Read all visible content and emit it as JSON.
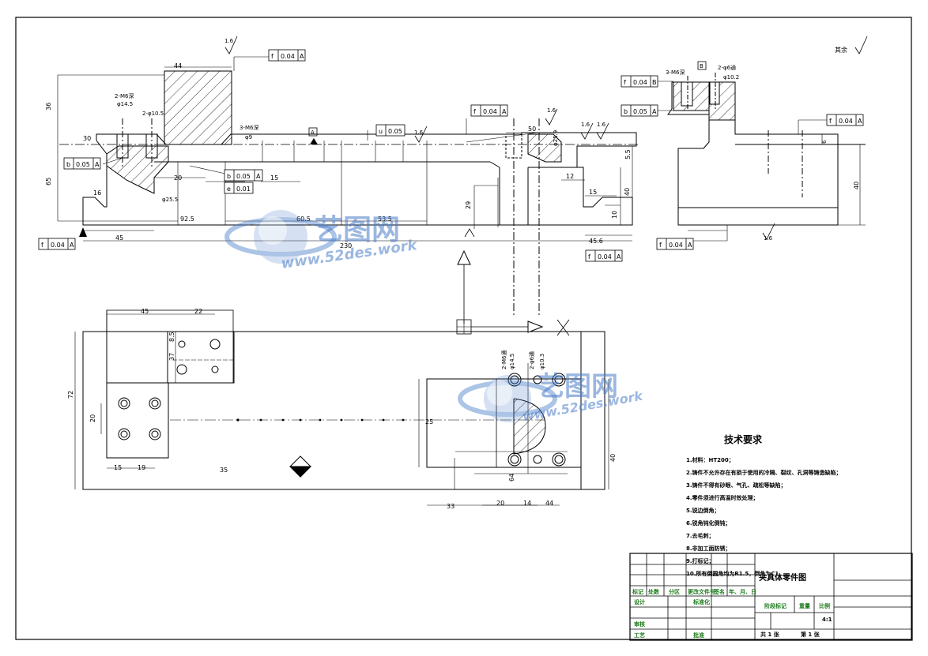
{
  "drawing": {
    "title": "夹具体零件图",
    "scale": "4:1",
    "sheet_total": "共 1 张",
    "sheet_no": "第 1 张",
    "roughness_note": "其余",
    "roughness_values": [
      "1.6",
      "1.6",
      "1.6",
      "1.6",
      "1.6",
      "1.6"
    ]
  },
  "tech_requirements": {
    "heading": "技术要求",
    "items": [
      "1.材料：HT200；",
      "2.铸件不允许存在有损于使用的冷隔、裂纹、孔洞等铸造缺陷；",
      "3.铸件不得有砂眼、气孔、疏松等缺陷；",
      "4.零件须进行高温时效处理；",
      "5.锐边倒角；",
      "6.锐角钝化倒钝；",
      "7.去毛刺；",
      "8.非加工面防锈；",
      "9.打标记；",
      "10.所有倒圆角均为R1.5，倒角为C1。"
    ]
  },
  "title_block": {
    "row_labels": [
      "标记",
      "处数",
      "分区",
      "更改文件号",
      "签名",
      "年、月、日"
    ],
    "design": "设计",
    "standardize": "标准化",
    "review": "审核",
    "process": "工艺",
    "approve": "批准",
    "stage_mark": "阶段标记",
    "weight": "重量",
    "ratio": "比例"
  },
  "tolerance_frames": [
    {
      "sym": "f",
      "val": "0.04",
      "ref": "A"
    },
    {
      "sym": "b",
      "val": "0.05",
      "ref": "A"
    },
    {
      "sym": "b",
      "val": "0.05",
      "ref": "A"
    },
    {
      "sym": "e",
      "val": "0.01",
      "ref": ""
    },
    {
      "sym": "u",
      "val": "0.05",
      "ref": ""
    },
    {
      "sym": "f",
      "val": "0.04",
      "ref": "A"
    },
    {
      "sym": "f",
      "val": "0.04",
      "ref": "A"
    },
    {
      "sym": "f",
      "val": "0.04",
      "ref": "A"
    },
    {
      "sym": "f",
      "val": "0.04",
      "ref": "B"
    },
    {
      "sym": "b",
      "val": "0.05",
      "ref": "A"
    },
    {
      "sym": "f",
      "val": "0.04",
      "ref": "A"
    },
    {
      "sym": "f",
      "val": "0.04",
      "ref": "A"
    }
  ],
  "dimensions": {
    "front": [
      "44",
      "36",
      "30",
      "65",
      "16",
      "20",
      "15",
      "92.5",
      "45",
      "60.5",
      "53.5",
      "230",
      "29",
      "50",
      "12",
      "15",
      "40",
      "10",
      "45.6",
      "5.5",
      "2-M6深",
      "2-φ10.5",
      "φ14.5",
      "φ25.5",
      "3-M6深",
      "φ9",
      "φ25.9"
    ],
    "side": [
      "3-M6深",
      "2-φ6通",
      "φ10.2",
      "6",
      "40"
    ],
    "top": [
      "45",
      "22",
      "8.5",
      "37",
      "72",
      "20",
      "15",
      "19",
      "35",
      "20",
      "14",
      "44",
      "40",
      "33",
      "25",
      "64",
      "2-M6通",
      "2-φ6通",
      "φ14.5",
      "φ10.3"
    ]
  },
  "datum_labels": [
    "A",
    "B"
  ],
  "watermarks": {
    "brand": "艺图网",
    "url": "www.52des.work"
  },
  "colors": {
    "line": "#000000",
    "tb_label": "#1a7a1a",
    "watermark": "#4a7ec8"
  }
}
